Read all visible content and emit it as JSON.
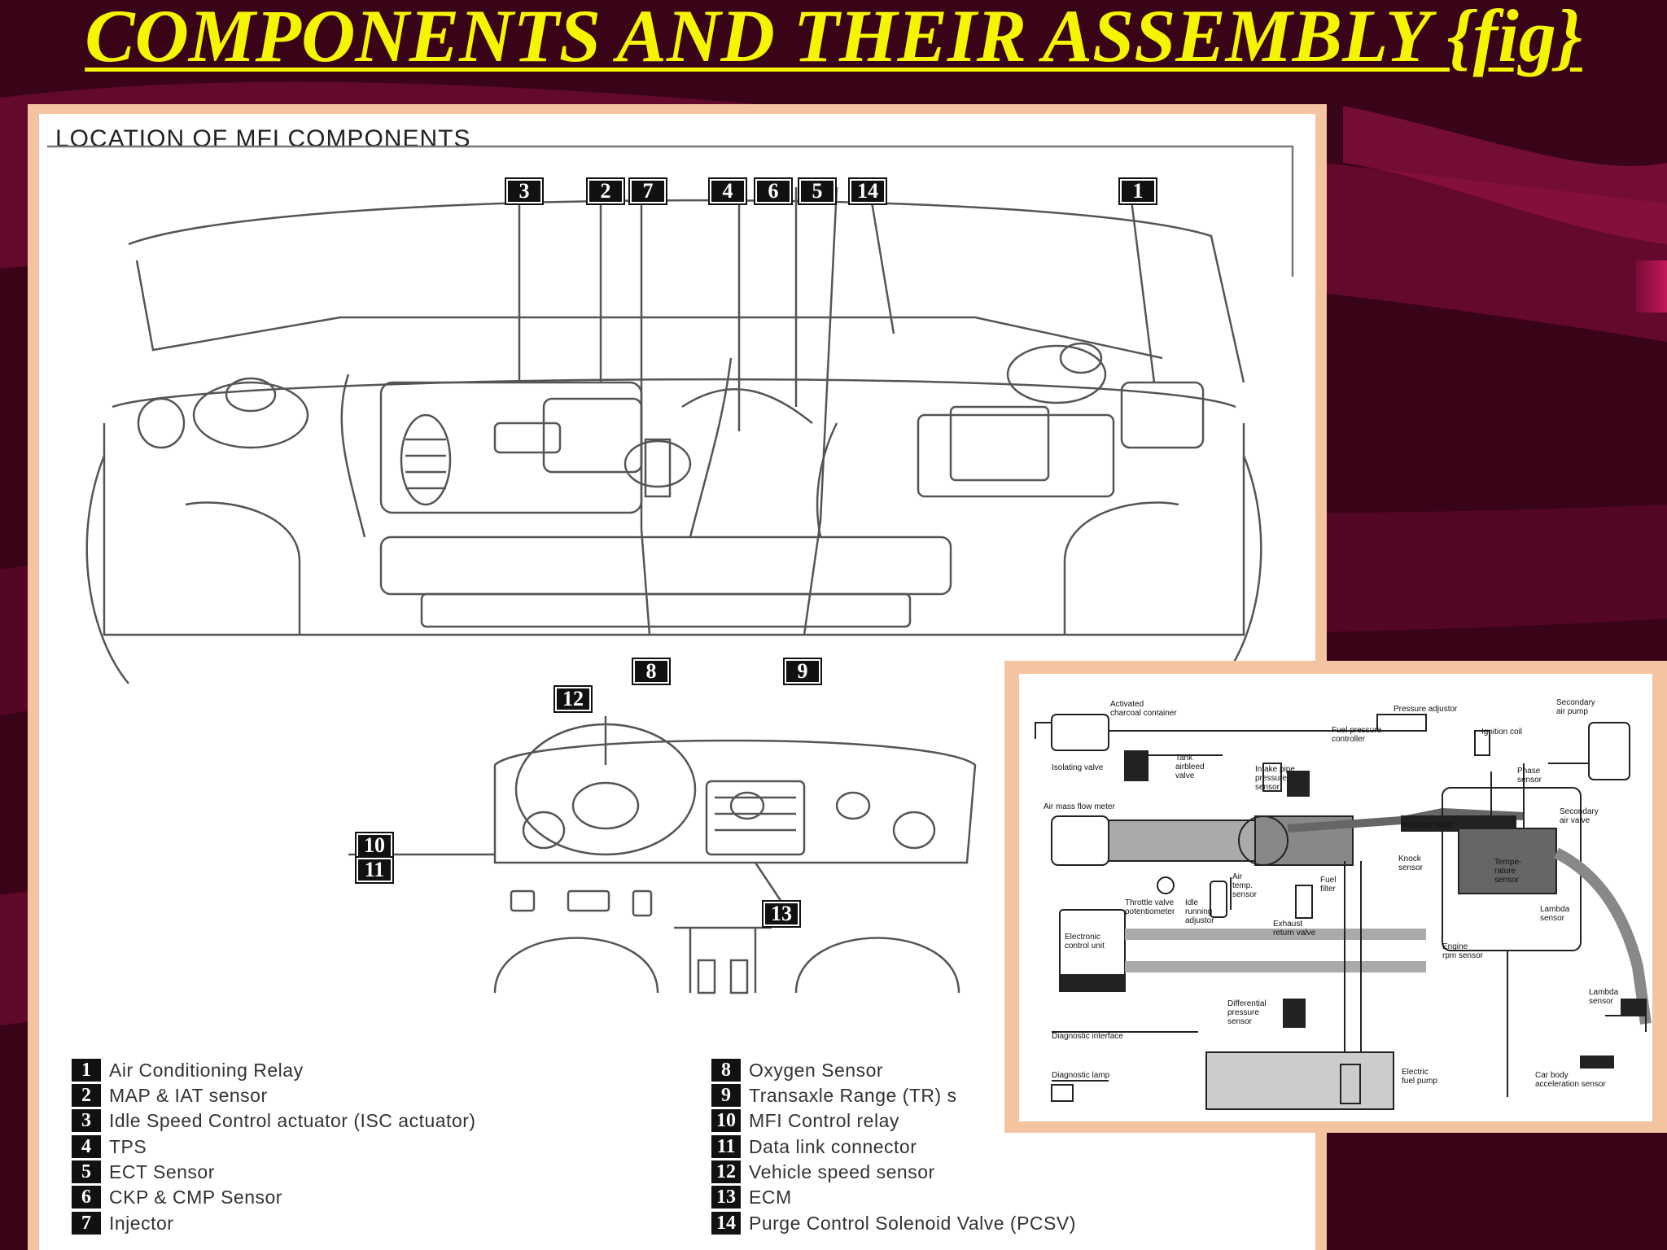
{
  "slide": {
    "title": "COMPONENTS AND THEIR ASSEMBLY {fig}",
    "colors": {
      "background": "#3a0418",
      "title": "#f5f500",
      "panel_border": "#f4c39f"
    }
  },
  "main_figure": {
    "heading": "LOCATION OF MFI COMPONENTS",
    "callouts": [
      {
        "num": "3"
      },
      {
        "num": "2"
      },
      {
        "num": "7"
      },
      {
        "num": "4"
      },
      {
        "num": "6"
      },
      {
        "num": "5"
      },
      {
        "num": "14"
      },
      {
        "num": "1"
      },
      {
        "num": "8"
      },
      {
        "num": "9"
      },
      {
        "num": "12"
      },
      {
        "num": "10"
      },
      {
        "num": "11"
      },
      {
        "num": "13"
      }
    ],
    "legend": [
      {
        "num": "1",
        "label": "Air Conditioning Relay"
      },
      {
        "num": "2",
        "label": "MAP & IAT sensor"
      },
      {
        "num": "3",
        "label": "Idle Speed Control actuator (ISC actuator)"
      },
      {
        "num": "4",
        "label": "TPS"
      },
      {
        "num": "5",
        "label": "ECT Sensor"
      },
      {
        "num": "6",
        "label": "CKP & CMP Sensor"
      },
      {
        "num": "7",
        "label": "Injector"
      },
      {
        "num": "8",
        "label": "Oxygen Sensor"
      },
      {
        "num": "9",
        "label": "Transaxle Range (TR) s"
      },
      {
        "num": "10",
        "label": "MFI Control relay"
      },
      {
        "num": "11",
        "label": "Data link connector"
      },
      {
        "num": "12",
        "label": "Vehicle speed sensor"
      },
      {
        "num": "13",
        "label": "ECM"
      },
      {
        "num": "14",
        "label": "Purge Control Solenoid Valve (PCSV)"
      }
    ]
  },
  "inset_figure": {
    "labels": [
      "Activated\ncharcoal container",
      "Pressure adjustor",
      "Secondary\nair pump",
      "Isolating valve",
      "Tank\nairbleed\nvalve",
      "Intake pipe\npressure\nsensor",
      "Fuel pressure\ncontroller",
      "Ignition coil",
      "Phase\nsensor",
      "Air mass flow meter",
      "Injection valve",
      "Secondary\nair valve",
      "Knock\nsensor",
      "Tempe-\nrature\nsensor",
      "Throttle valve\npotentiometer",
      "Idle\nrunning\nadjustor",
      "Air\ntemp.\nsensor",
      "Fuel\nfilter",
      "Exhaust\nreturn valve",
      "Lambda\nsensor",
      "Electronic\ncontrol unit",
      "Engine\nrpm sensor",
      "Differential\npressure\nsensor",
      "Lambda\nsensor",
      "Diagnostic interface",
      "Diagnostic lamp",
      "Electric\nfuel pump",
      "Car body\nacceleration sensor"
    ]
  }
}
